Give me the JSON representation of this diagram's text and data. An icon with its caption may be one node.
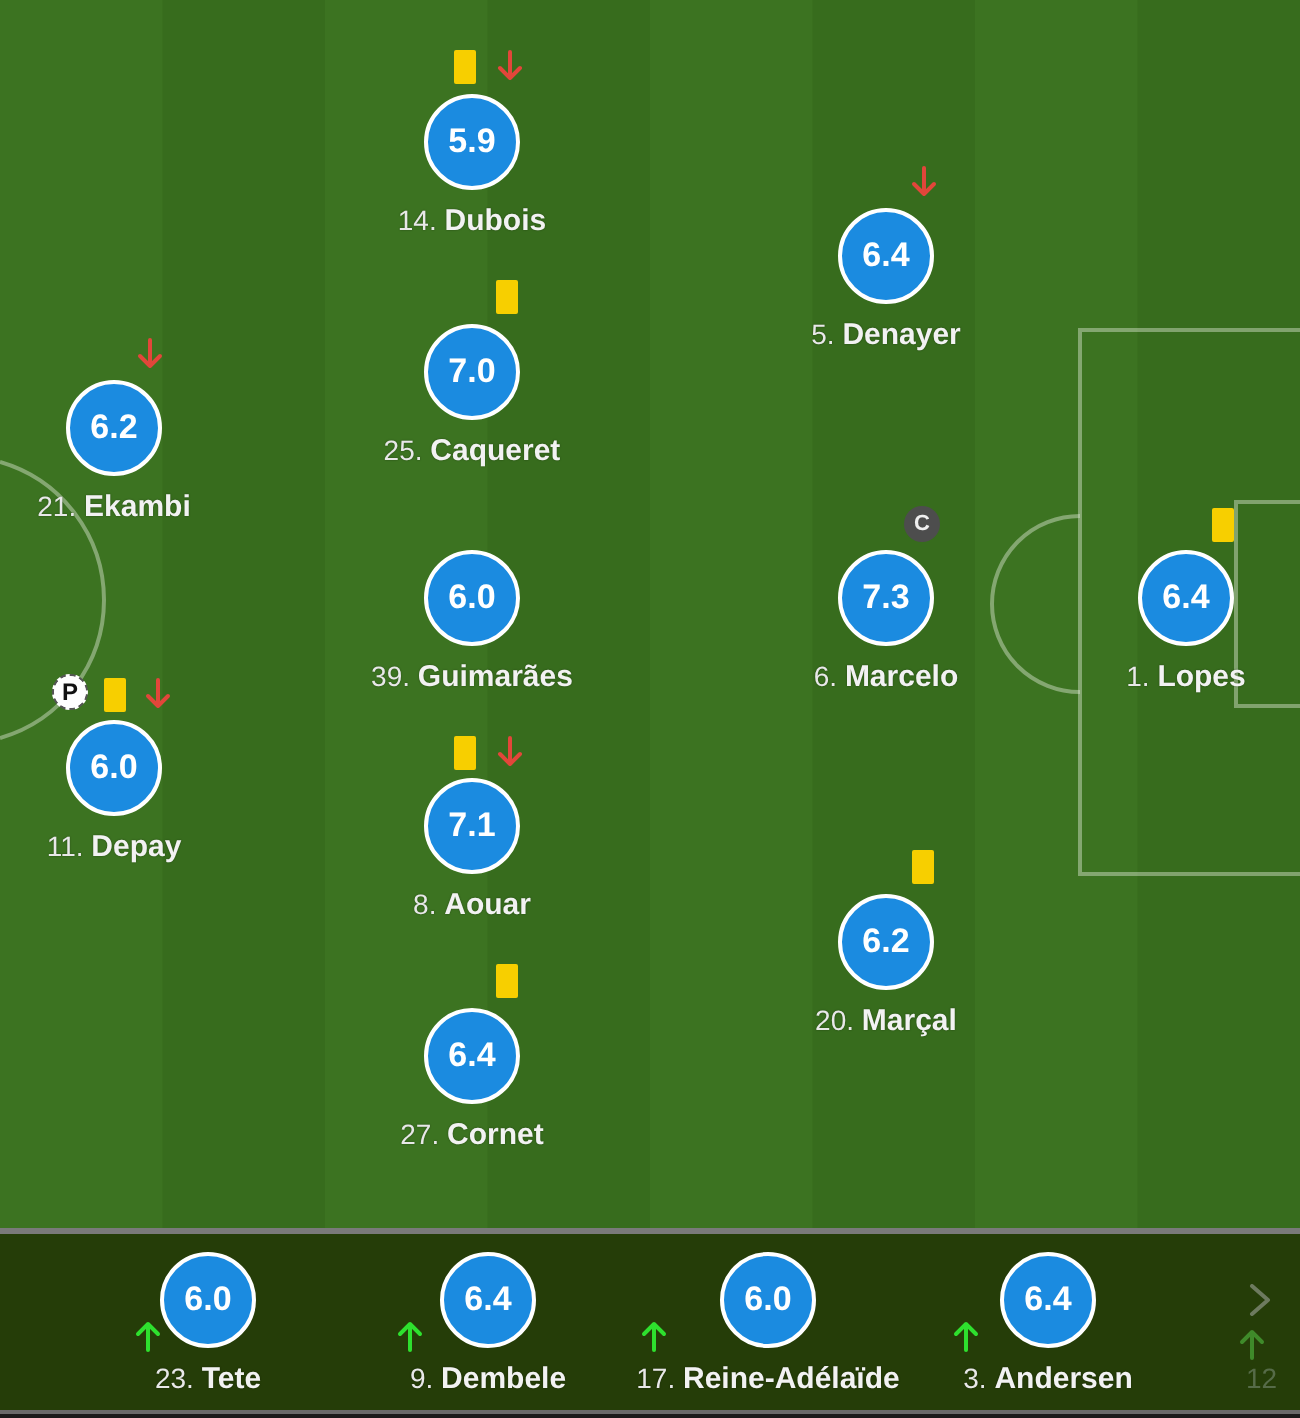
{
  "diagram": {
    "nodes": [
      {
        "text": [
          "5.9"
        ],
        "beside": [
          "14. **Dubois**"
        ]
      },
      {
        "text": [
          "6.4"
        ],
        "beside": [
          "5. **Denayer**"
        ]
      },
      {
        "text": [
          "7.0"
        ],
        "beside": [
          "25. **Caqueret**"
        ]
      },
      {
        "text": [
          "6.2"
        ],
        "beside": [
          "21. **Ekambi**"
        ]
      },
      {
        "text": [
          "6.0"
        ],
        "beside": [
          "39. **Guimarães**"
        ]
      },
      {
        "text": [
          "7.3"
        ],
        "beside": [
          "6. **Marcelo**",
          "C"
        ]
      },
      {
        "text": [
          "6.4"
        ],
        "beside": [
          "1. **Lopes**"
        ]
      },
      {
        "text": [
          "6.0"
        ],
        "beside": [
          "11. **Depay**",
          "P"
        ]
      },
      {
        "text": [
          "7.1"
        ],
        "beside": [
          "8. **Aouar**"
        ]
      },
      {
        "text": [
          "6.2"
        ],
        "beside": [
          "20. **Marçal**"
        ]
      },
      {
        "text": [
          "6.4"
        ],
        "beside": [
          "27. **Cornet**"
        ]
      },
      {
        "text": [
          "6.0"
        ],
        "beside": [
          "23. **Tete**"
        ]
      },
      {
        "text": [
          "6.4"
        ],
        "beside": [
          "9. **Dembele**"
        ]
      },
      {
        "text": [
          "6.0"
        ],
        "beside": [
          "17. **Reine-Adélaïde**"
        ]
      },
      {
        "text": [
          "6.4"
        ],
        "beside": [
          "3. **Andersen**"
        ]
      }
    ],
    "labels": [
      "12"
    ]
  }
}
